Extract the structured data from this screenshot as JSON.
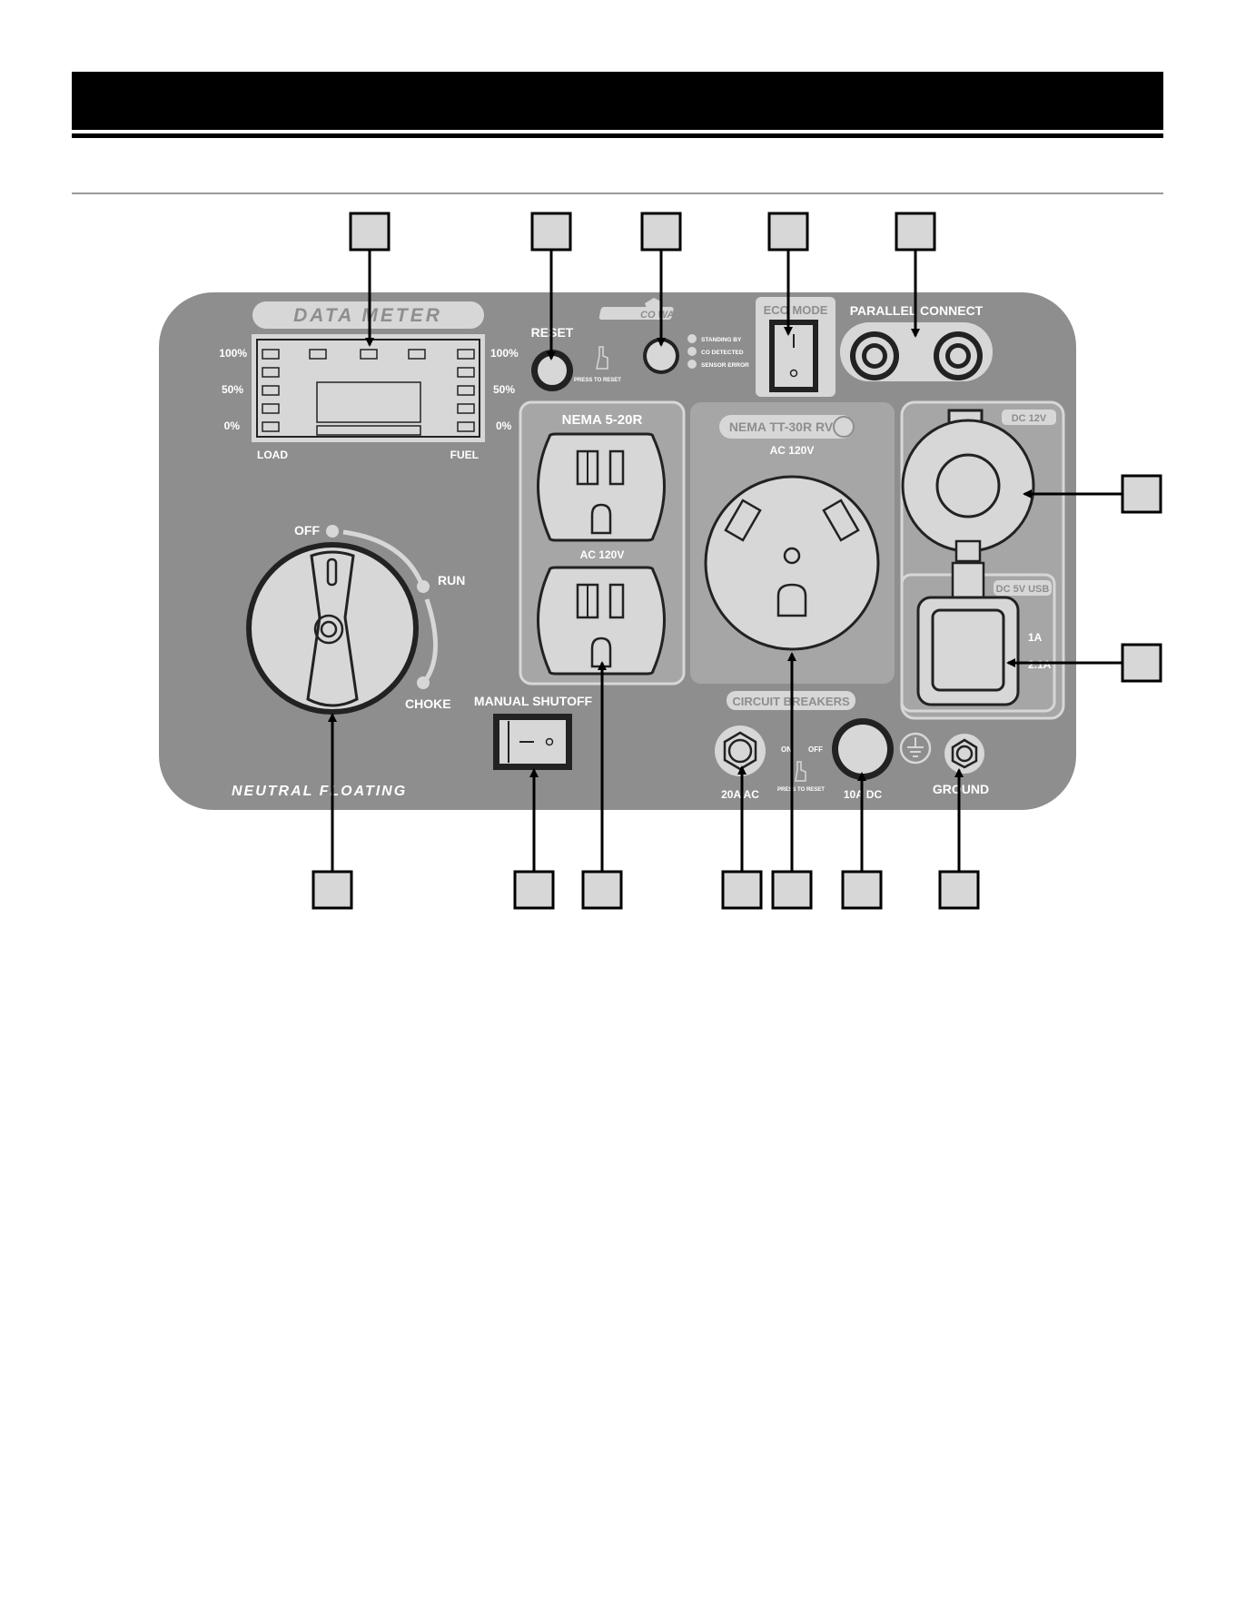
{
  "panel": {
    "data_meter": {
      "title": "DATA METER",
      "left_scale": [
        "100%",
        "50%",
        "0%"
      ],
      "right_scale": [
        "100%",
        "50%",
        "0%"
      ],
      "load_label": "LOAD",
      "fuel_label": "FUEL"
    },
    "reset": {
      "label": "RESET",
      "hint": "PRESS TO RESET"
    },
    "co_watchdog": {
      "brand": "CO WATCHDOG",
      "indicators": [
        "STANDING BY",
        "CO DETECTED",
        "SENSOR ERROR"
      ]
    },
    "eco_mode": {
      "label": "ECO MODE"
    },
    "parallel": {
      "label": "PARALLEL CONNECT"
    },
    "nema520": {
      "label": "NEMA 5-20R",
      "voltage": "AC 120V"
    },
    "tt30": {
      "label": "NEMA TT-30R RV",
      "voltage": "AC 120V"
    },
    "dc12": {
      "label": "DC 12V"
    },
    "usb": {
      "label": "DC 5V USB",
      "rating_1": "1A",
      "rating_2": "2.1A"
    },
    "engine_switch": {
      "off": "OFF",
      "run": "RUN",
      "choke": "CHOKE"
    },
    "manual_shutoff": {
      "label": "MANUAL SHUTOFF"
    },
    "circuit_breakers": {
      "label": "CIRCUIT BREAKERS",
      "on": "ON",
      "off": "OFF",
      "hint": "PRESS TO RESET",
      "ac_rating": "20A AC",
      "dc_rating": "10A DC"
    },
    "ground": {
      "label": "GROUND"
    },
    "neutral": {
      "label": "NEUTRAL FLOATING"
    }
  },
  "colors": {
    "panel": "#8e8e8e",
    "sub_panel": "#a6a6a6",
    "light": "#d7d7d7",
    "header": "#000000"
  }
}
